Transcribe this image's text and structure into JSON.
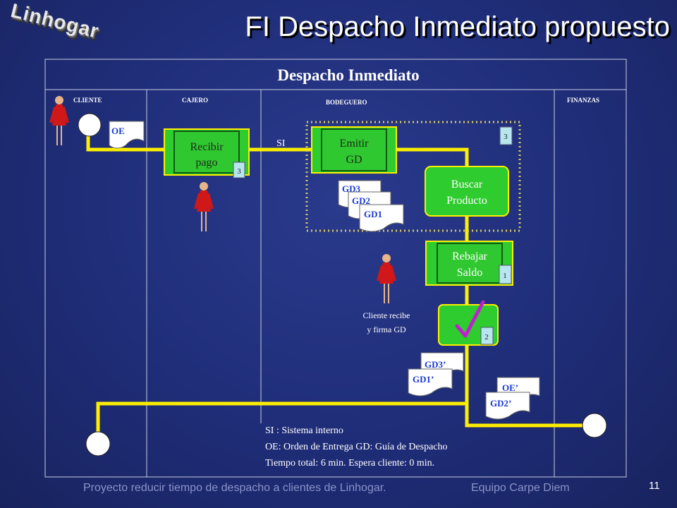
{
  "logo": {
    "text": "Linhogar"
  },
  "slide": {
    "title": "FI Despacho Inmediato propuesto",
    "number": "11"
  },
  "footer": {
    "left": "Proyecto reducir tiempo de despacho a clientes de Linhogar.",
    "right": "Equipo Carpe Diem"
  },
  "diagram": {
    "header": "Despacho Inmediato",
    "lanes": {
      "cliente": "CLIENTE",
      "cajero": "CAJERO",
      "bodeguero": "BODEGUERO",
      "finanzas": "FINANZAS"
    },
    "process": {
      "recibir_pago": [
        "Recibir",
        "pago"
      ],
      "emitir_gd": [
        "Emitir",
        "GD"
      ],
      "buscar_producto": [
        "Buscar",
        "Producto"
      ],
      "rebajar_saldo": [
        "Rebajar",
        "Saldo"
      ]
    },
    "badges": {
      "recibir_pago": "3",
      "emitir_gd": "3",
      "rebajar_saldo": "1",
      "check": "2"
    },
    "docs": {
      "oe": "OE",
      "gd3": "GD3",
      "gd2": "GD2",
      "gd1": "GD1",
      "gd3p": "GD3’",
      "gd1p": "GD1’",
      "oep": "OE’",
      "gd2p": "GD2’"
    },
    "si_label": "SI",
    "cliente_note": [
      "Cliente recibe",
      "y firma GD"
    ],
    "legend": [
      "SI : Sistema interno",
      "OE: Orden de Entrega   GD: Guía de Despacho",
      "Tiempo total: 6 min.  Espera cliente: 0 min."
    ]
  },
  "colors": {
    "flow_line": "#ffee00",
    "box_green": "#2ecc2e",
    "box_inner": "#20b020",
    "badge": "#b8e6ee",
    "doc_text": "#1a3ad0"
  }
}
